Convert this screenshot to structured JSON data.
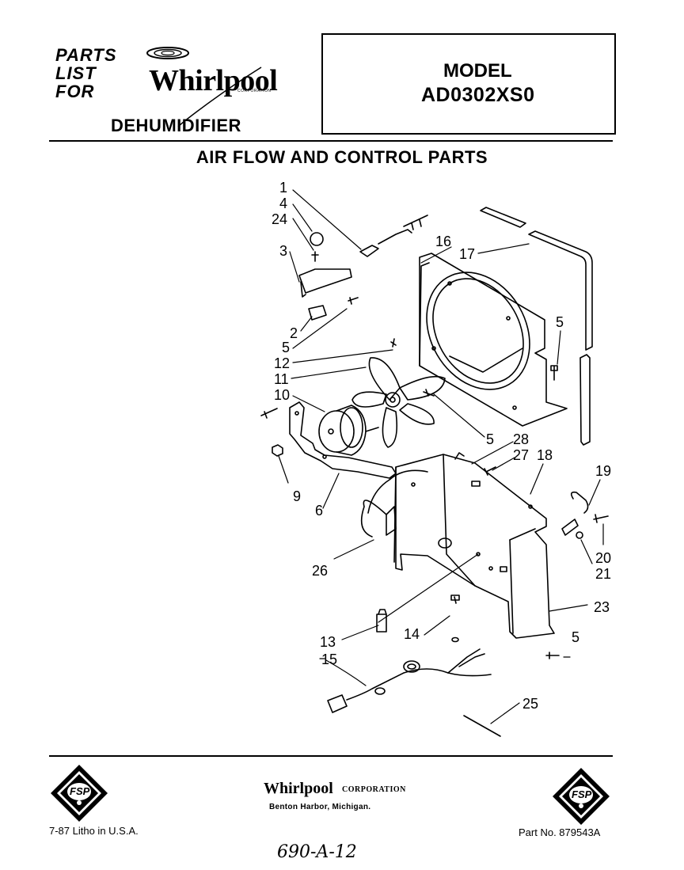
{
  "header": {
    "parts_list_lines": [
      "PARTS",
      "LIST",
      "FOR"
    ],
    "brand": "Whirlpool",
    "brand_corp": "CORPORATION",
    "product": "DEHUMIDIFIER",
    "model_label": "MODEL",
    "model_number": "AD0302XS0"
  },
  "section_title": "AIR FLOW AND CONTROL PARTS",
  "callouts": [
    "1",
    "4",
    "24",
    "3",
    "2",
    "5",
    "12",
    "11",
    "10",
    "16",
    "17",
    "5",
    "5",
    "28",
    "27",
    "18",
    "19",
    "9",
    "6",
    "26",
    "20",
    "21",
    "23",
    "13",
    "14",
    "5",
    "15",
    "25"
  ],
  "footer": {
    "logo_text": "FSP",
    "brand": "Whirlpool",
    "corp": "CORPORATION",
    "city": "Benton Harbor, Michigan.",
    "litho": "7-87 Litho in U.S.A.",
    "part_no": "Part No. 879543A",
    "handwritten": "690-A-12"
  }
}
